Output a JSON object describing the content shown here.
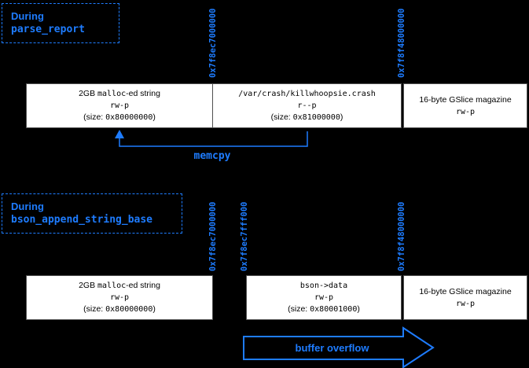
{
  "colors": {
    "accent_blue": "#1e7cff",
    "box_fill": "#ffffff",
    "box_border": "#505050",
    "background": "#000000"
  },
  "s1": {
    "title1": "During",
    "title2": "parse_report",
    "addr1": "0x7f8ec7000000",
    "addr2": "0x7f8f48000000",
    "box1": {
      "name_pre": "2GB ",
      "name_code": "malloc",
      "name_post": "-ed string",
      "perms": "rw-p",
      "size_pre": "(size: ",
      "size_code": "0x80000000",
      "size_post": ")"
    },
    "box2": {
      "name_code": "/var/crash/killwhoopsie.crash",
      "perms": "r--p",
      "size_pre": "(size: ",
      "size_code": "0x81000000",
      "size_post": ")"
    },
    "box3": {
      "name": "16-byte GSlice magazine",
      "perms": "rw-p"
    },
    "arrow_label": "memcpy"
  },
  "s2": {
    "title1": "During",
    "title2": "bson_append_string_base",
    "addr1": "0x7f8ec7000000",
    "addr2": "0x7f8ec7fff000",
    "addr3": "0x7f8f48000000",
    "box1": {
      "name_pre": "2GB ",
      "name_code": "malloc",
      "name_post": "-ed string",
      "perms": "rw-p",
      "size_pre": "(size: ",
      "size_code": "0x80000000",
      "size_post": ")"
    },
    "box2": {
      "name_code": "bson->data",
      "perms": "rw-p",
      "size_pre": "(size: ",
      "size_code": "0x80001000",
      "size_post": ")"
    },
    "box3": {
      "name": "16-byte GSlice magazine",
      "perms": "rw-p"
    },
    "arrow_label": "buffer overflow"
  }
}
